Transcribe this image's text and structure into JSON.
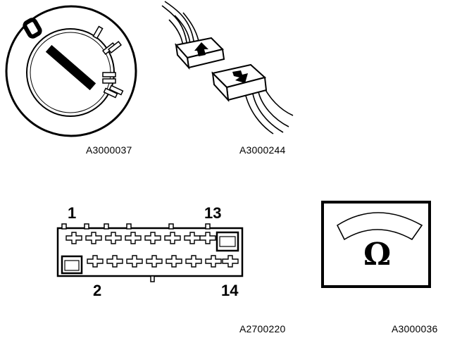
{
  "figures": [
    {
      "id": "ignition_switch",
      "caption": "A3000037"
    },
    {
      "id": "plug_connector",
      "caption": "A3000244"
    },
    {
      "id": "connector_face",
      "caption": "A2700220",
      "pin_labels": {
        "top_left": "1",
        "top_right": "13",
        "bottom_left": "2",
        "bottom_right": "14"
      }
    },
    {
      "id": "ohmmeter",
      "caption": "A3000036",
      "symbol": "Ω"
    }
  ]
}
